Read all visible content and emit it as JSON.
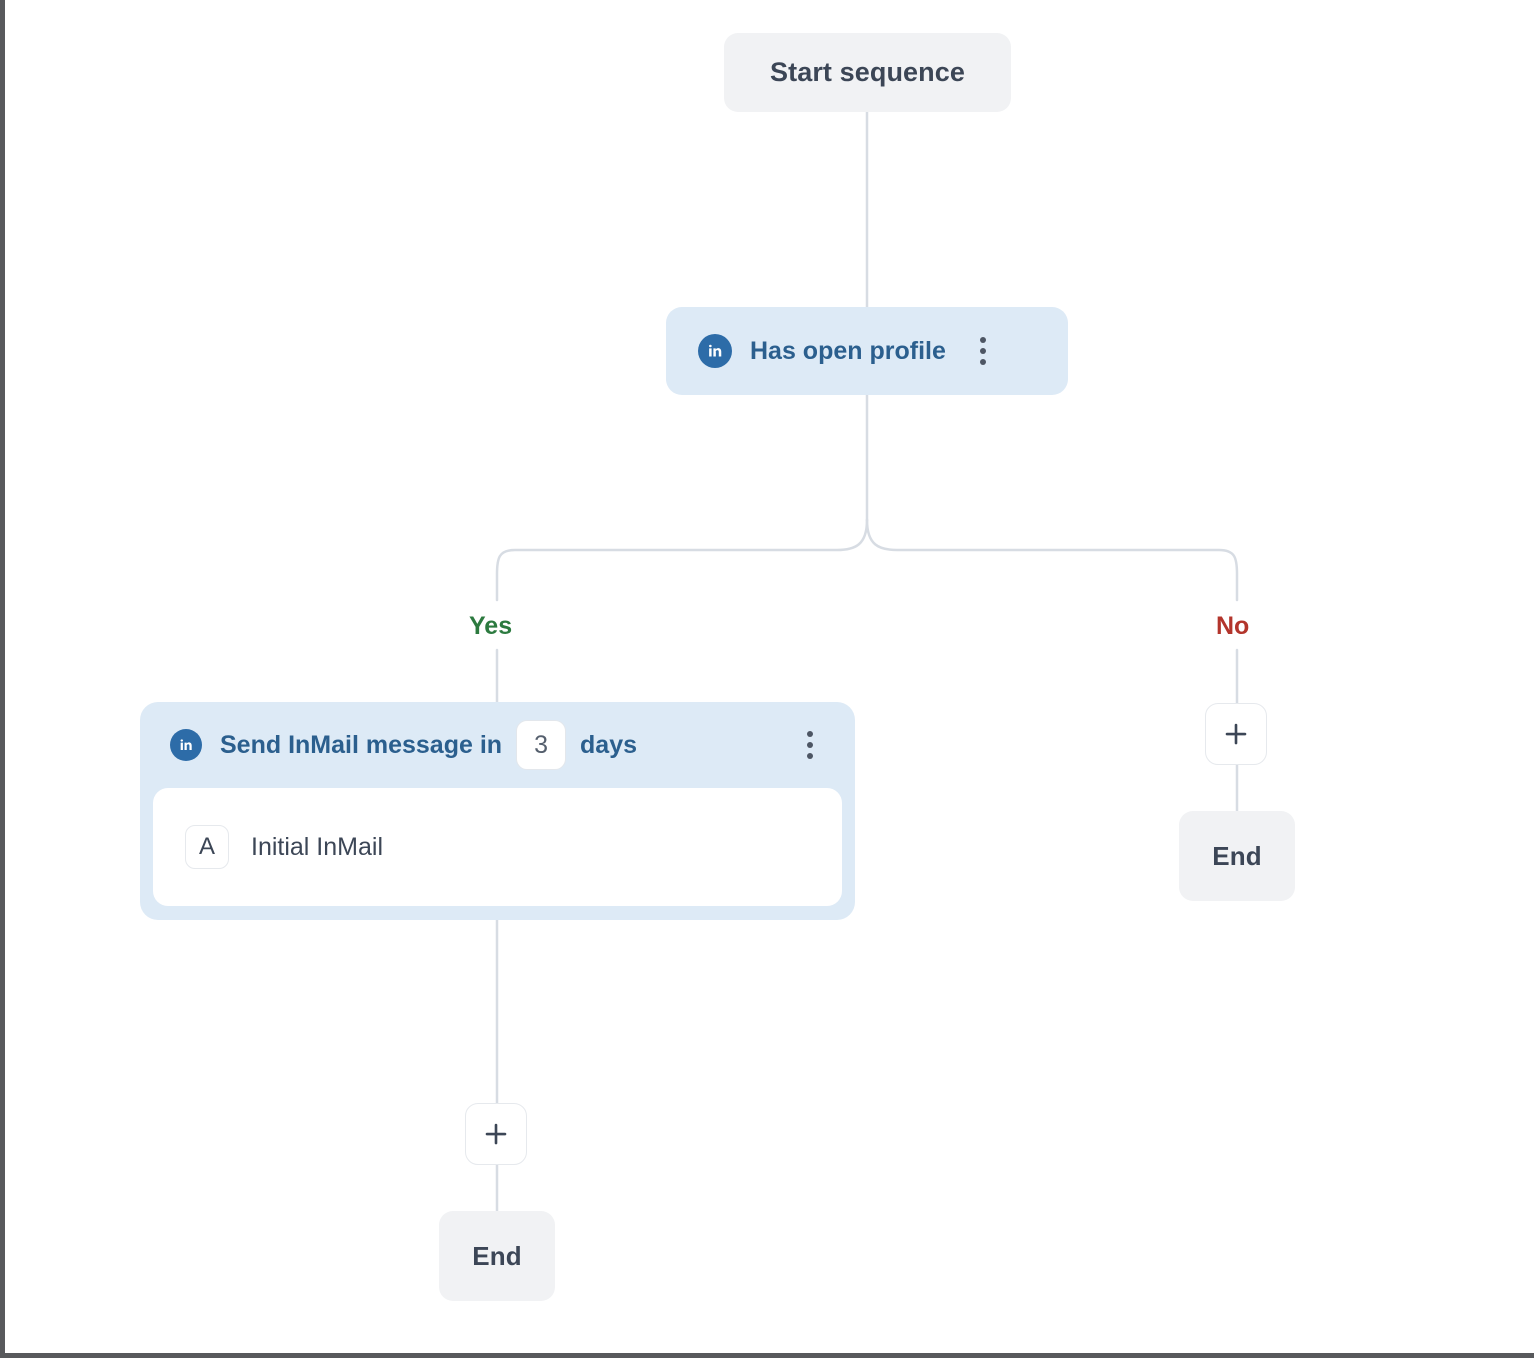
{
  "flow": {
    "start": {
      "label": "Start sequence"
    },
    "condition": {
      "label": "Has open profile",
      "icon": "linkedin-icon",
      "menu_icon": "kebab-menu-icon"
    },
    "branches": {
      "yes": {
        "label": "Yes",
        "color": "#2c7a3f"
      },
      "no": {
        "label": "No",
        "color": "#b3352c"
      }
    },
    "action": {
      "icon": "linkedin-icon",
      "title_prefix": "Send InMail message in",
      "delay_value": "3",
      "title_suffix": "days",
      "menu_icon": "kebab-menu-icon",
      "variant": {
        "badge": "A",
        "name": "Initial InMail"
      }
    },
    "add_buttons": {
      "yes_branch": {
        "icon": "plus-icon",
        "label": "+"
      },
      "no_branch": {
        "icon": "plus-icon",
        "label": "+"
      }
    },
    "ends": {
      "yes_branch": {
        "label": "End"
      },
      "no_branch": {
        "label": "End"
      }
    }
  },
  "theme": {
    "node_bg": "#f1f2f4",
    "card_bg": "#ddeaf6",
    "card_text": "#2b5f8e",
    "linkedin_blue": "#2d6ca8",
    "connector": "#d7dce3",
    "text_dark": "#3c4656"
  }
}
